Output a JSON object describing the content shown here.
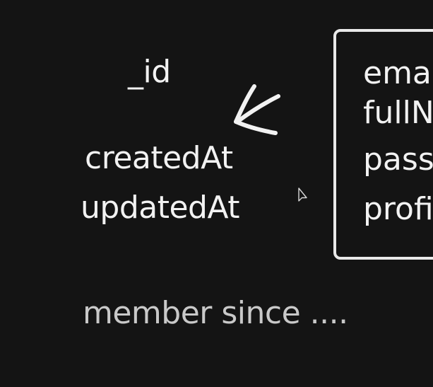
{
  "left_labels": {
    "id": "_id",
    "created_at": "createdAt",
    "updated_at": "updatedAt"
  },
  "note": "member since ....",
  "box_fields": [
    "ema",
    "fullN",
    "pass",
    "profi"
  ],
  "colors": {
    "background": "#141414",
    "text": "#f2f2f2",
    "muted_text": "#c9c9c9",
    "box_border": "#e9e9e9"
  },
  "icons": {
    "arrow": "hand-drawn-arrow-icon",
    "cursor": "mouse-pointer-icon"
  }
}
